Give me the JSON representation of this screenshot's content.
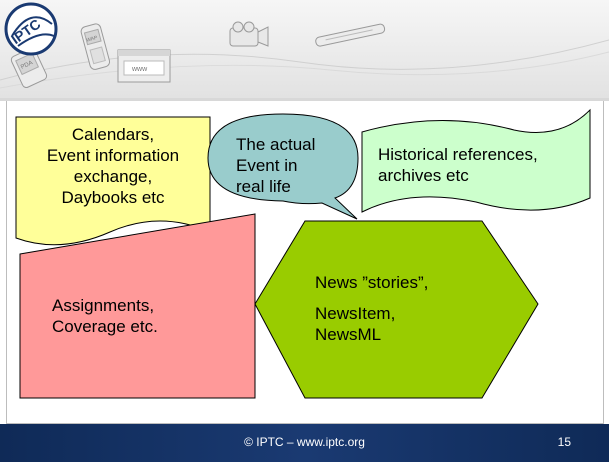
{
  "header": {
    "device_labels": [
      "PDA",
      "WAP",
      "www"
    ],
    "logo_text": "IPTC"
  },
  "diagram": {
    "calendars": [
      "Calendars,",
      "Event information",
      "exchange,",
      "Daybooks etc"
    ],
    "actual_event": [
      "The actual",
      "Event in",
      "real life"
    ],
    "historical": [
      "Historical references,",
      "archives etc"
    ],
    "assignments": [
      "Assignments,",
      "Coverage etc."
    ],
    "news_stories": [
      "News ”stories”,",
      "NewsItem,",
      "NewsML"
    ]
  },
  "colors": {
    "calendars_fill": "#ffff99",
    "callout_fill": "#99cccc",
    "historical_fill": "#ccffcc",
    "assignments_fill": "#ff9999",
    "hexagon_fill": "#99cc00",
    "footer_bg": "#0f2a57"
  },
  "footer": {
    "text": "© IPTC – www.iptc.org",
    "page_number": "15"
  }
}
